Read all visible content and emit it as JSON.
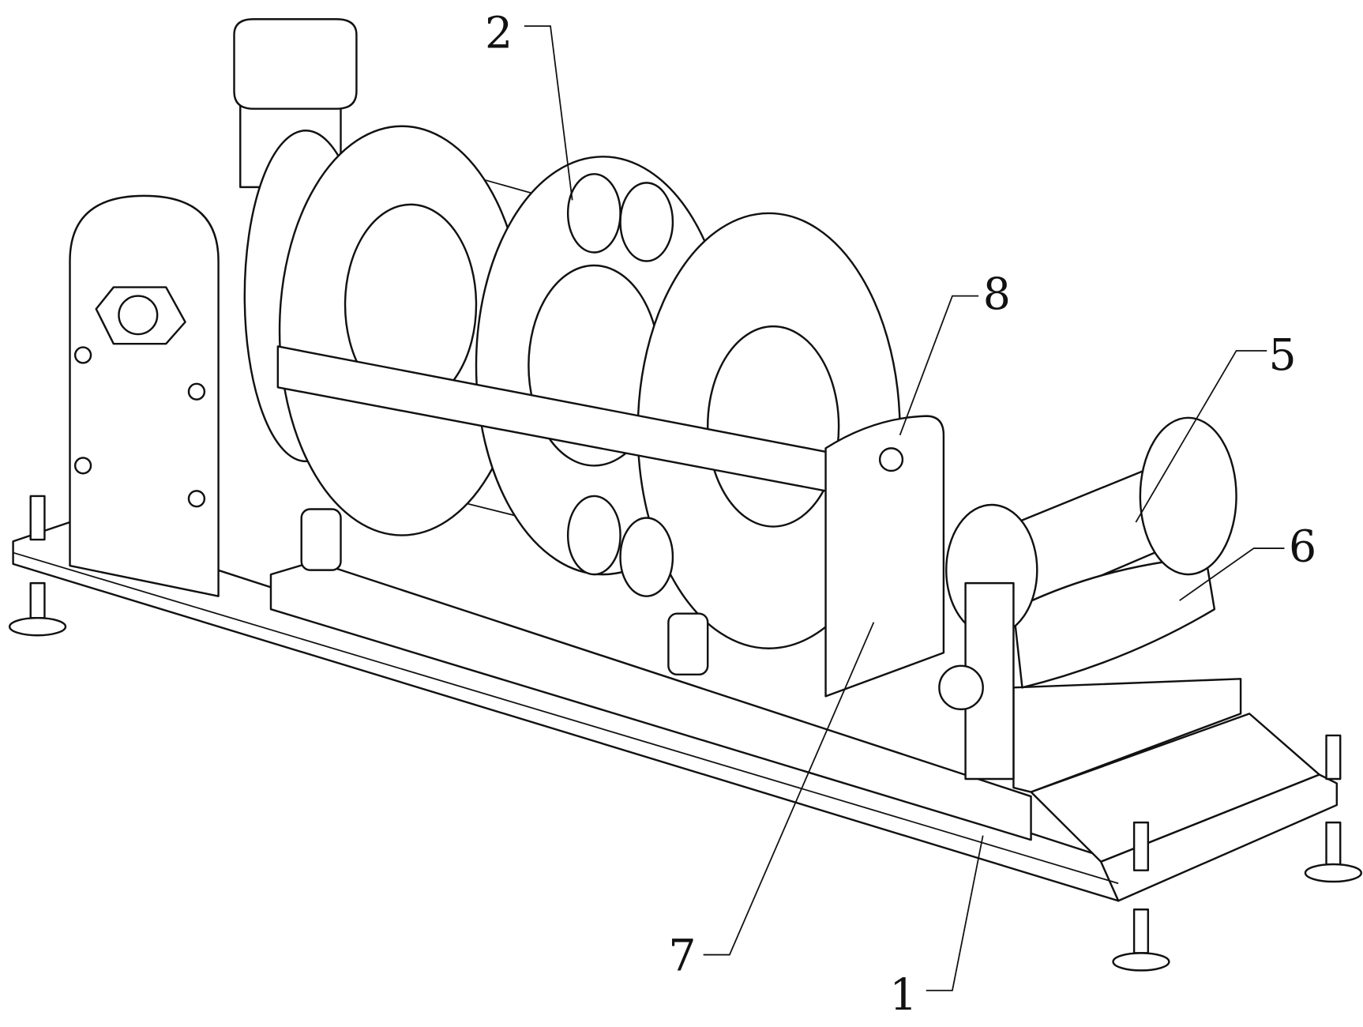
{
  "figure": {
    "labels": [
      {
        "id": "label-1",
        "text": "1"
      },
      {
        "id": "label-2",
        "text": "2"
      },
      {
        "id": "label-5",
        "text": "5"
      },
      {
        "id": "label-6",
        "text": "6"
      },
      {
        "id": "label-7",
        "text": "7"
      },
      {
        "id": "label-8",
        "text": "8"
      }
    ]
  }
}
